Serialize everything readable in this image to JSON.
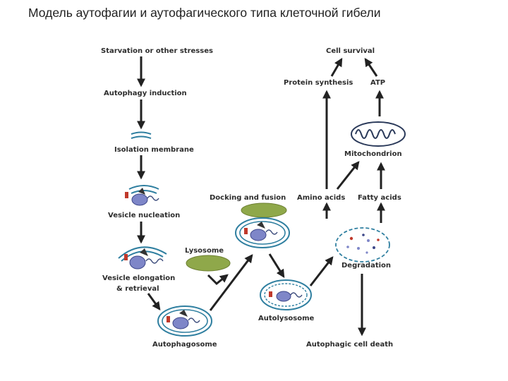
{
  "title": "Модель аутофагии и аутофагического типа клеточной гибели",
  "labels": {
    "starvation": "Starvation or other stresses",
    "induction": "Autophagy induction",
    "isolation": "Isolation membrane",
    "nucleation": "Vesicle nucleation",
    "elongation_1": "Vesicle elongation",
    "elongation_2": "& retrieval",
    "autophagosome": "Autophagosome",
    "lysosome": "Lysosome",
    "docking": "Docking and fusion",
    "autolysosome": "Autolysosome",
    "degradation": "Degradation",
    "amino": "Amino acids",
    "fatty": "Fatty acids",
    "mitochondrion": "Mitochondrion",
    "protein": "Protein synthesis",
    "atp": "ATP",
    "survival": "Cell survival",
    "death": "Autophagic cell death"
  },
  "colors": {
    "membrane": "#2f7fa0",
    "lysosome_fill": "#8fa84a",
    "organelle": "#7e86c8",
    "arrow": "#222222"
  }
}
